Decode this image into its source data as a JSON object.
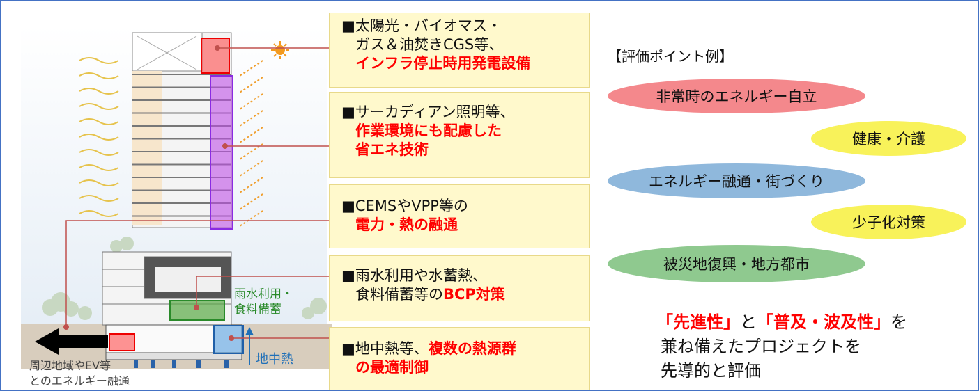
{
  "boxes": [
    {
      "line1": "■太陽光・バイオマス・",
      "line2": "ガス＆油焚きCGS等、",
      "line3": "インフラ停止時用発電設備"
    },
    {
      "line1": "■サーカディアン照明等、",
      "line2": "作業環境にも配慮した",
      "line3": "省エネ技術"
    },
    {
      "line1": "■CEMSやVPP等の",
      "line2": "電力・熱の融通"
    },
    {
      "line1": "■雨水利用や水蓄熱、",
      "line2_prefix": "食料備蓄等の",
      "line2_red": "BCP対策"
    },
    {
      "line1_prefix": "■地中熱等、",
      "line1_red": "複数の熱源群",
      "line2": "の最適制御"
    }
  ],
  "building_labels": {
    "rainwater_line1": "雨水利用・",
    "rainwater_line2": "食料備蓄",
    "geothermal": "地中熱",
    "surrounding_line1": "周辺地域やEV等",
    "surrounding_line2": "とのエネルギー融通"
  },
  "evaluation": {
    "heading": "【評価ポイント例】",
    "points": [
      "非常時のエネルギー自立",
      "健康・介護",
      "エネルギー融通・街づくり",
      "少子化対策",
      "被災地復興・地方都市"
    ]
  },
  "conclusion": {
    "q1": "「先進性」",
    "mid": "と",
    "q2": "「普及・波及性」",
    "end": "を",
    "line2": "兼ね備えたプロジェクトを",
    "line3": "先導的と評価"
  },
  "colors": {
    "red_text": "#ff0000",
    "box_fill": "#fff9cc",
    "ellipse_red": "#f4888c",
    "ellipse_yellow": "#f8f25a",
    "ellipse_blue": "#8fb8dc",
    "ellipse_green": "#8fc98f",
    "border": "#4472c4",
    "connector": "#c0504d"
  }
}
